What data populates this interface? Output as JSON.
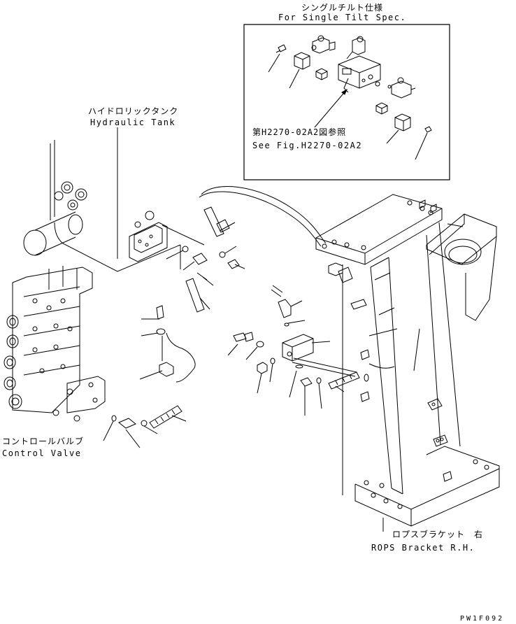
{
  "inset": {
    "title_jp": "シングルチルト仕様",
    "title_en": "For Single Tilt Spec.",
    "ref_jp": "第H2270-02A2図参照",
    "ref_en": "See Fig.H2270-02A2"
  },
  "labels": {
    "tank_jp": "ハイドロリックタンク",
    "tank_en": "Hydraulic Tank",
    "valve_jp": "コントロールバルブ",
    "valve_en": "Control Valve",
    "rops_jp": "ロプスブラケット　右",
    "rops_en": "ROPS Bracket R.H."
  },
  "drawing_code": "PW1F092"
}
